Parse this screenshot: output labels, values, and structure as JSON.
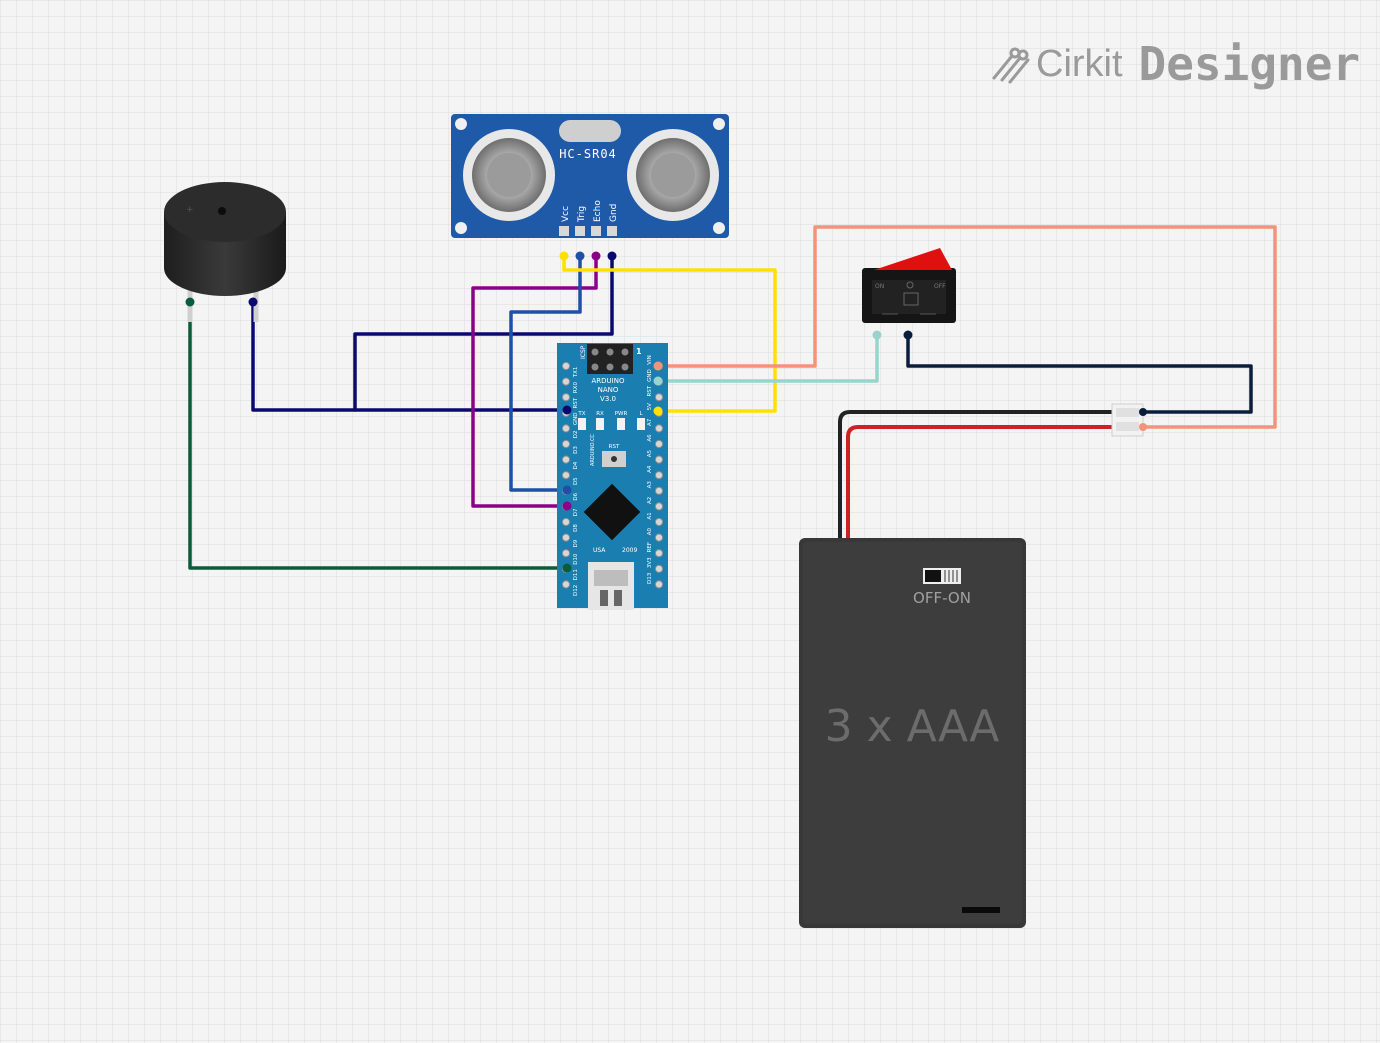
{
  "brand": {
    "name_part1": "Cirkit",
    "name_part2": "Designer",
    "logo_icon": "cirkit-logo-icon"
  },
  "sensor": {
    "model": "HC-SR04",
    "pins": [
      "Vcc",
      "Trig",
      "Echo",
      "Gnd"
    ]
  },
  "nano": {
    "name_lines": [
      "ARDUINO",
      "NANO",
      "V3.0"
    ],
    "icsp": "ICSP",
    "icsp_pin1": "1",
    "left_pins": [
      "TX1",
      "RX0",
      "RST",
      "GND",
      "D2",
      "D3",
      "D4",
      "D5",
      "D6",
      "D7",
      "D8",
      "D9",
      "D10",
      "D11",
      "D12"
    ],
    "right_pins": [
      "VIN",
      "GND",
      "RST",
      "5V",
      "A7",
      "A6",
      "A5",
      "A4",
      "A3",
      "A2",
      "A1",
      "A0",
      "REF",
      "3V3",
      "D13"
    ],
    "leds": [
      "TX",
      "RX",
      "PWR",
      "L"
    ],
    "reset_label": "RST",
    "vendor": "ARDUINO.CC",
    "origin": "USA",
    "year": "2009"
  },
  "battery": {
    "label": "3 x AAA",
    "switch_label": "OFF-ON"
  },
  "rocker_switch": {
    "on_label": "ON",
    "off_label": "OFF"
  },
  "wire_colors": {
    "echo": "#8b008b",
    "trig": "#1f4fa6",
    "vcc": "#ffe000",
    "gnd": "#0a0a6e",
    "buzzer_signal": "#0a5c3a",
    "vin": "#f4937a",
    "switch": "#99d3cc",
    "battery_neg": "#0a1e3c",
    "battery_red": "#cc2222",
    "battery_black": "#222222"
  }
}
